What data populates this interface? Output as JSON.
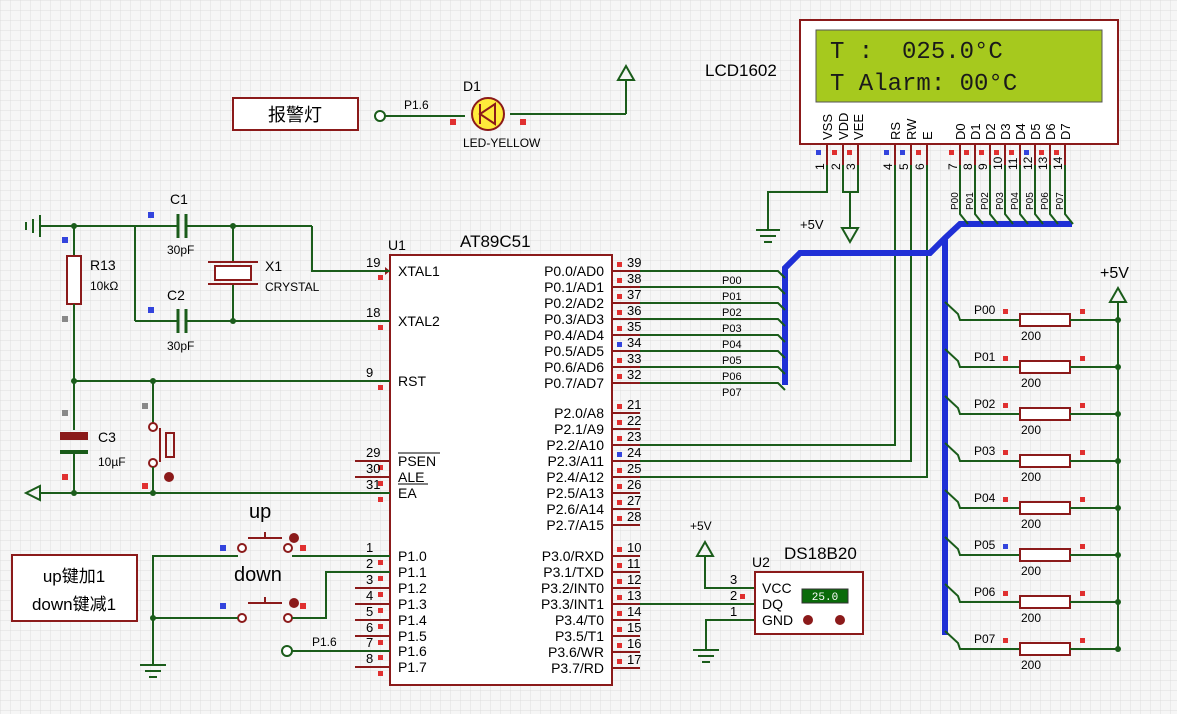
{
  "alarm_lamp_label": "报警灯",
  "note": {
    "line1": "up键加1",
    "line2": "down键减1"
  },
  "lcd": {
    "ref": "LCD1602",
    "line1": "T :  025.0°C",
    "line2": "T Alarm: 00°C",
    "pins": [
      "VSS",
      "VDD",
      "VEE",
      "RS",
      "RW",
      "E",
      "D0",
      "D1",
      "D2",
      "D3",
      "D4",
      "D5",
      "D6",
      "D7"
    ],
    "pin_numbers": [
      "1",
      "2",
      "3",
      "4",
      "5",
      "6",
      "7",
      "8",
      "9",
      "10",
      "11",
      "12",
      "13",
      "14"
    ],
    "bus_labels": [
      "P00",
      "P01",
      "P02",
      "P03",
      "P04",
      "P05",
      "P06",
      "P07"
    ]
  },
  "led": {
    "ref": "D1",
    "value": "LED-YELLOW",
    "net": "P1.6"
  },
  "mcu": {
    "ref": "U1",
    "part": "AT89C51",
    "left_pins": [
      {
        "num": "19",
        "name": "XTAL1"
      },
      {
        "num": "18",
        "name": "XTAL2"
      },
      {
        "num": "9",
        "name": "RST"
      },
      {
        "num": "29",
        "name": "PSEN"
      },
      {
        "num": "30",
        "name": "ALE"
      },
      {
        "num": "31",
        "name": "EA"
      },
      {
        "num": "1",
        "name": "P1.0"
      },
      {
        "num": "2",
        "name": "P1.1"
      },
      {
        "num": "3",
        "name": "P1.2"
      },
      {
        "num": "4",
        "name": "P1.3"
      },
      {
        "num": "5",
        "name": "P1.4"
      },
      {
        "num": "6",
        "name": "P1.5"
      },
      {
        "num": "7",
        "name": "P1.6"
      },
      {
        "num": "8",
        "name": "P1.7"
      }
    ],
    "right_pins": [
      {
        "num": "39",
        "name": "P0.0/AD0"
      },
      {
        "num": "38",
        "name": "P0.1/AD1"
      },
      {
        "num": "37",
        "name": "P0.2/AD2"
      },
      {
        "num": "36",
        "name": "P0.3/AD3"
      },
      {
        "num": "35",
        "name": "P0.4/AD4"
      },
      {
        "num": "34",
        "name": "P0.5/AD5"
      },
      {
        "num": "33",
        "name": "P0.6/AD6"
      },
      {
        "num": "32",
        "name": "P0.7/AD7"
      },
      {
        "num": "21",
        "name": "P2.0/A8"
      },
      {
        "num": "22",
        "name": "P2.1/A9"
      },
      {
        "num": "23",
        "name": "P2.2/A10"
      },
      {
        "num": "24",
        "name": "P2.3/A11"
      },
      {
        "num": "25",
        "name": "P2.4/A12"
      },
      {
        "num": "26",
        "name": "P2.5/A13"
      },
      {
        "num": "27",
        "name": "P2.6/A14"
      },
      {
        "num": "28",
        "name": "P2.7/A15"
      },
      {
        "num": "10",
        "name": "P3.0/RXD"
      },
      {
        "num": "11",
        "name": "P3.1/TXD"
      },
      {
        "num": "12",
        "name": "P3.2/INT0"
      },
      {
        "num": "13",
        "name": "P3.3/INT1"
      },
      {
        "num": "14",
        "name": "P3.4/T0"
      },
      {
        "num": "15",
        "name": "P3.5/T1"
      },
      {
        "num": "16",
        "name": "P3.6/WR"
      },
      {
        "num": "17",
        "name": "P3.7/RD"
      }
    ],
    "p0_net_labels": [
      "P00",
      "P01",
      "P02",
      "P03",
      "P04",
      "P05",
      "P06",
      "P07"
    ],
    "p16_net": "P1.6"
  },
  "crystal": {
    "ref": "X1",
    "value": "CRYSTAL"
  },
  "c1": {
    "ref": "C1",
    "value": "30pF"
  },
  "c2": {
    "ref": "C2",
    "value": "30pF"
  },
  "c3": {
    "ref": "C3",
    "value": "10µF"
  },
  "r13": {
    "ref": "R13",
    "value": "10kΩ"
  },
  "buttons": {
    "up": "up",
    "down": "down"
  },
  "sensor": {
    "ref": "U2",
    "part": "DS18B20",
    "pins": [
      {
        "num": "3",
        "name": "VCC"
      },
      {
        "num": "2",
        "name": "DQ"
      },
      {
        "num": "1",
        "name": "GND"
      }
    ],
    "display": "25.0"
  },
  "power": {
    "vcc_right": "+5V",
    "vcc_lcd": "+5V",
    "vcc_sensor": "+5V"
  },
  "pullups": {
    "labels": [
      "P00",
      "P01",
      "P02",
      "P03",
      "P04",
      "P05",
      "P06",
      "P07"
    ],
    "values": [
      "200",
      "200",
      "200",
      "200",
      "200",
      "200",
      "200",
      "200"
    ]
  }
}
